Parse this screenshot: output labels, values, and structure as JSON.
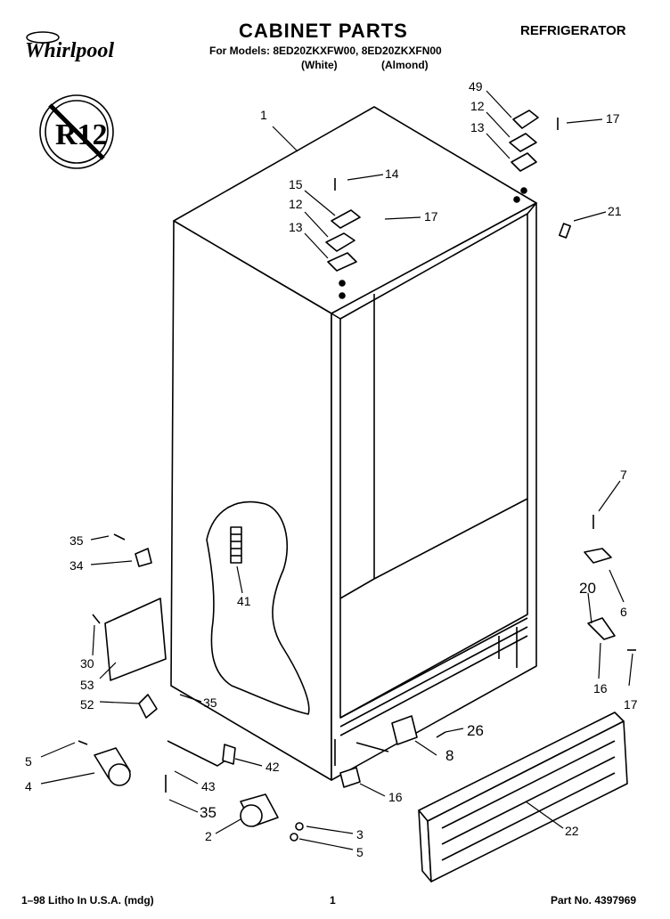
{
  "header": {
    "brand": "Whirlpool",
    "title": "CABINET PARTS",
    "doc_type": "REFRIGERATOR",
    "models_line": "For Models: 8ED20ZKXFW00, 8ED20ZKXFN00",
    "variant_white": "(White)",
    "variant_almond": "(Almond)",
    "badge": "R12"
  },
  "callouts": [
    {
      "label": "1"
    },
    {
      "label": "14"
    },
    {
      "label": "15"
    },
    {
      "label": "12"
    },
    {
      "label": "13"
    },
    {
      "label": "17"
    },
    {
      "label": "49"
    },
    {
      "label": "12"
    },
    {
      "label": "13"
    },
    {
      "label": "17"
    },
    {
      "label": "21"
    },
    {
      "label": "7"
    },
    {
      "label": "6"
    },
    {
      "label": "20"
    },
    {
      "label": "16"
    },
    {
      "label": "17"
    },
    {
      "label": "35"
    },
    {
      "label": "34"
    },
    {
      "label": "41"
    },
    {
      "label": "30"
    },
    {
      "label": "53"
    },
    {
      "label": "52"
    },
    {
      "label": "35"
    },
    {
      "label": "26"
    },
    {
      "label": "8"
    },
    {
      "label": "5"
    },
    {
      "label": "4"
    },
    {
      "label": "42"
    },
    {
      "label": "43"
    },
    {
      "label": "35"
    },
    {
      "label": "16"
    },
    {
      "label": "22"
    },
    {
      "label": "2"
    },
    {
      "label": "3"
    },
    {
      "label": "5"
    }
  ],
  "footer": {
    "litho": "1–98 Litho In U.S.A. (mdg)",
    "page": "1",
    "part_no": "Part No. 4397969"
  }
}
